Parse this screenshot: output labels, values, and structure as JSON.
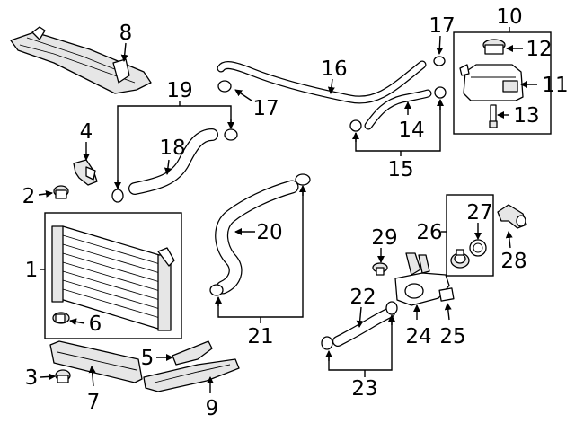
{
  "callouts": {
    "c1": "1",
    "c2": "2",
    "c3": "3",
    "c4": "4",
    "c5": "5",
    "c6": "6",
    "c7": "7",
    "c8": "8",
    "c9": "9",
    "c10": "10",
    "c11": "11",
    "c12": "12",
    "c13": "13",
    "c14": "14",
    "c15": "15",
    "c16": "16",
    "c17a": "17",
    "c17b": "17",
    "c18": "18",
    "c19": "19",
    "c20": "20",
    "c21": "21",
    "c22": "22",
    "c23": "23",
    "c24": "24",
    "c25": "25",
    "c26": "26",
    "c27": "27",
    "c28": "28",
    "c29": "29"
  }
}
